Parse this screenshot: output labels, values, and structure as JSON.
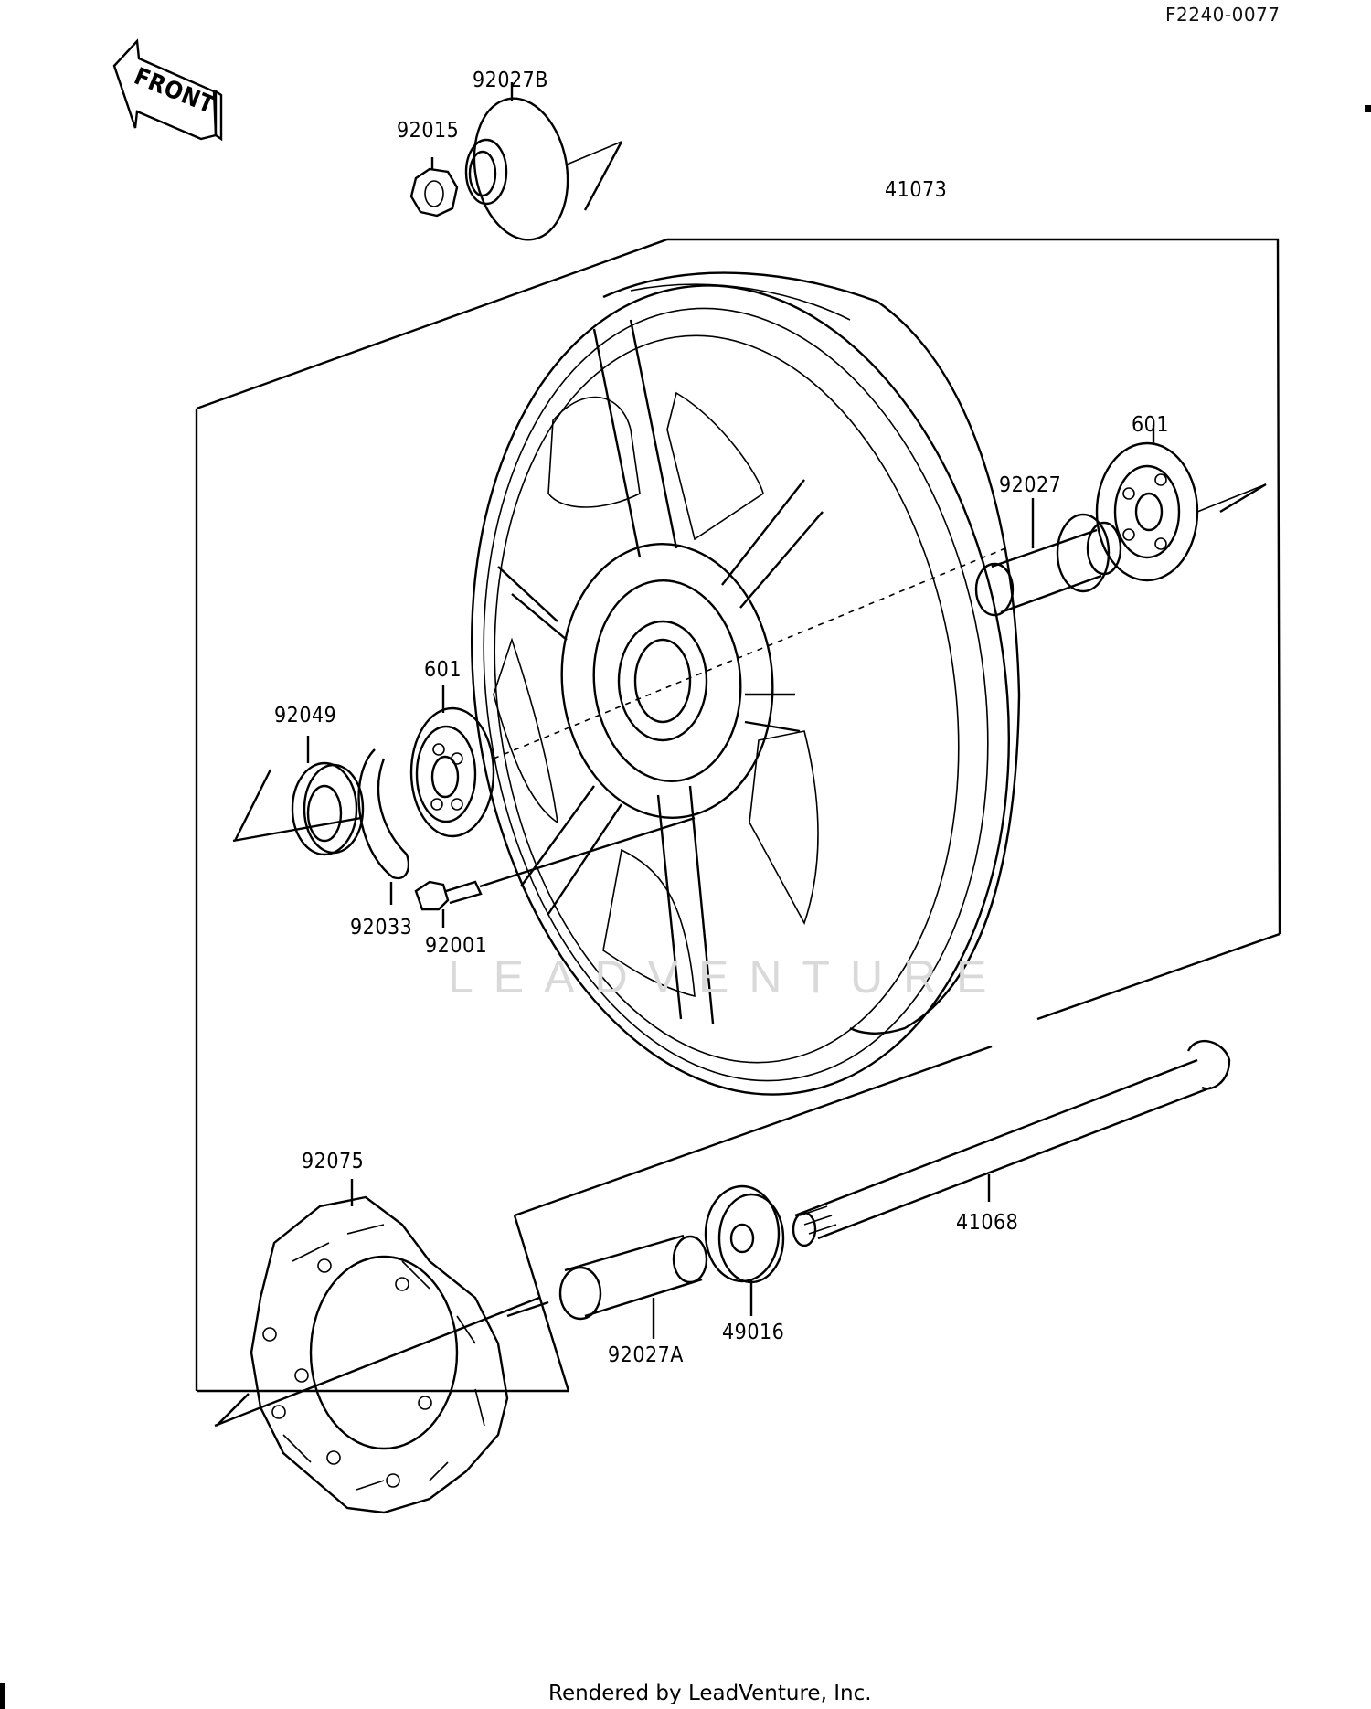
{
  "doc_id": "F2240-0077",
  "front_label": "FRONT",
  "watermark": "LEADVENTURE",
  "footer": "Rendered by LeadVenture, Inc.",
  "part_labels": {
    "p92027B": "92027B",
    "p92015": "92015",
    "p41073": "41073",
    "p601_right": "601",
    "p92027": "92027",
    "p601_left": "601",
    "p92049": "92049",
    "p92033": "92033",
    "p92001": "92001",
    "p41068": "41068",
    "p92075": "92075",
    "p49016": "49016",
    "p92027A": "92027A"
  }
}
